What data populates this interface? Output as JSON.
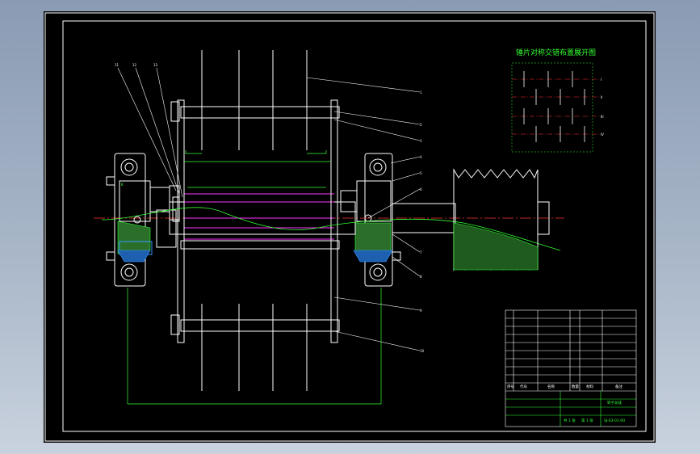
{
  "inset_title": "锤片对称交错布置展开图",
  "inset_row_labels": [
    "I",
    "II",
    "III",
    "IV"
  ],
  "balloons": [
    "1",
    "2",
    "3",
    "4",
    "5",
    "6",
    "7",
    "8",
    "9",
    "10",
    "11",
    "12",
    "13"
  ],
  "title_block": {
    "drawing_name": "转子总成",
    "drawing_number": "SJ-03-01-00",
    "header_cols": [
      "序号",
      "代号",
      "名称",
      "数量",
      "材料",
      "备注"
    ],
    "scale_row": [
      "共 1 张",
      "第 1 张"
    ]
  },
  "colors": {
    "background": "#000000",
    "frame": "#ffffff",
    "dimension": "#33ff33",
    "centerline": "#ff3333",
    "shaft_part": "#ff33ff",
    "section": "#3399ff",
    "pulley_hatch": "#33ff33"
  }
}
